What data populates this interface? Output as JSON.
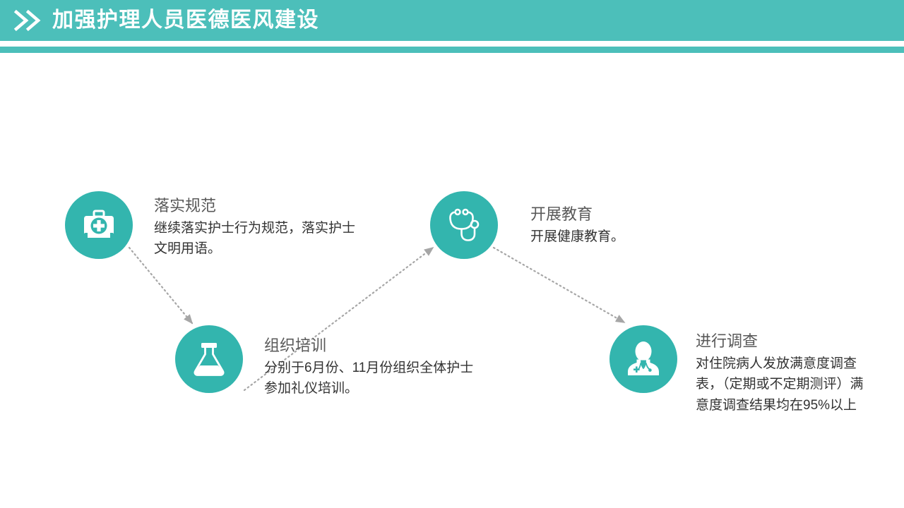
{
  "header": {
    "chevron_icon": "double-chevron-right-icon",
    "title": "加强护理人员医德医风建设",
    "bar_color": "#4cbfba",
    "title_color": "#ffffff"
  },
  "theme": {
    "circle_color": "#33b5ae",
    "connector_color": "#a6a6a6",
    "heading_color": "#595959",
    "body_color": "#333333",
    "background": "#ffffff"
  },
  "nodes": [
    {
      "id": "standards",
      "icon": "first-aid-kit-icon",
      "title": "落实规范",
      "body": "继续落实护士行为规范，落实护士文明用语。"
    },
    {
      "id": "education",
      "icon": "stethoscope-icon",
      "title": "开展教育",
      "body": "开展健康教育。"
    },
    {
      "id": "training",
      "icon": "flask-icon",
      "title": "组织培训",
      "body": "分别于6月份、11月份组织全体护士参加礼仪培训。"
    },
    {
      "id": "survey",
      "icon": "nurse-icon",
      "title": "进行调查",
      "body": "对住院病人发放满意度调查表，（定期或不定期测评）满意度调查结果均在95%以上"
    }
  ],
  "connectors": [
    {
      "id": "standards-to-training",
      "from": "standards",
      "to": "training",
      "style": "dotted-arrow"
    },
    {
      "id": "training-to-education",
      "from": "training",
      "to": "education",
      "style": "dotted-arrow"
    },
    {
      "id": "education-to-survey",
      "from": "education",
      "to": "survey",
      "style": "dotted-arrow"
    }
  ]
}
